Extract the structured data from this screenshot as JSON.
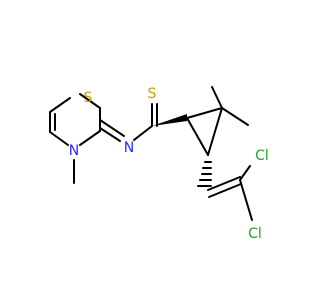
{
  "molecule": {
    "atoms": {
      "sulfur_ring": "S",
      "sulfur_thio": "S",
      "nitrogen_ring": "N",
      "nitrogen_imine": "N",
      "chlorine_top": "Cl",
      "chlorine_bottom": "Cl"
    },
    "colors": {
      "sulfur": "#c8a000",
      "nitrogen": "#2a2aff",
      "chlorine": "#24a224",
      "bond": "#000000"
    }
  }
}
